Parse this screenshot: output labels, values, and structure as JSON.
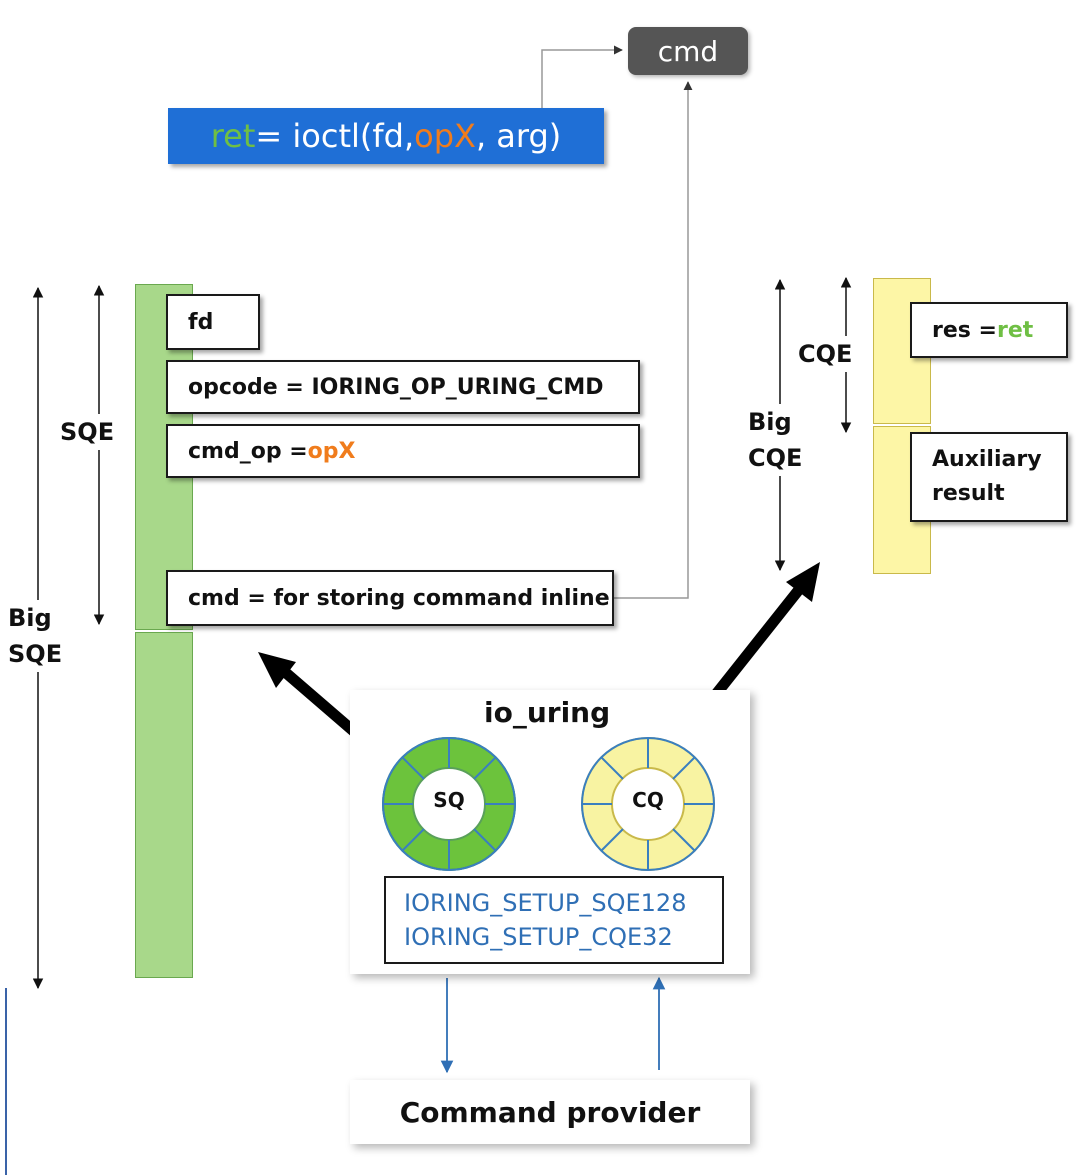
{
  "top": {
    "cmd_label": "cmd",
    "ioctl": {
      "ret": "ret",
      "eq": " = ioctl(fd, ",
      "opx": "opX",
      "tail": ", arg)"
    }
  },
  "sqe": {
    "fields": {
      "fd": "fd",
      "opcode": "opcode = IORING_OP_URING_CMD",
      "cmd_op_prefix": "cmd_op = ",
      "cmd_op_value": "opX",
      "cmd": "cmd = for storing command inline"
    },
    "label_sqe": "SQE",
    "label_big_sqe": [
      "Big",
      "SQE"
    ]
  },
  "cqe": {
    "res_prefix": "res = ",
    "res_value": "ret",
    "aux": [
      "Auxiliary",
      "result"
    ],
    "label_cqe": "CQE",
    "label_big_cqe": [
      "Big",
      "CQE"
    ]
  },
  "io_uring": {
    "title": "io_uring",
    "sq": "SQ",
    "cq": "CQ",
    "setup_flags": [
      "IORING_SETUP_SQE128",
      "IORING_SETUP_CQE32"
    ]
  },
  "provider": {
    "label": "Command provider"
  },
  "colors": {
    "green_accent": "#6fbf44",
    "orange_accent": "#f07c1c",
    "ioctl_bg": "#1f6fd6",
    "cmd_box_bg": "#555555",
    "sq_ring": "#6cc33c",
    "cq_ring": "#f8f3a2",
    "setup_text": "#2f6fb5"
  }
}
